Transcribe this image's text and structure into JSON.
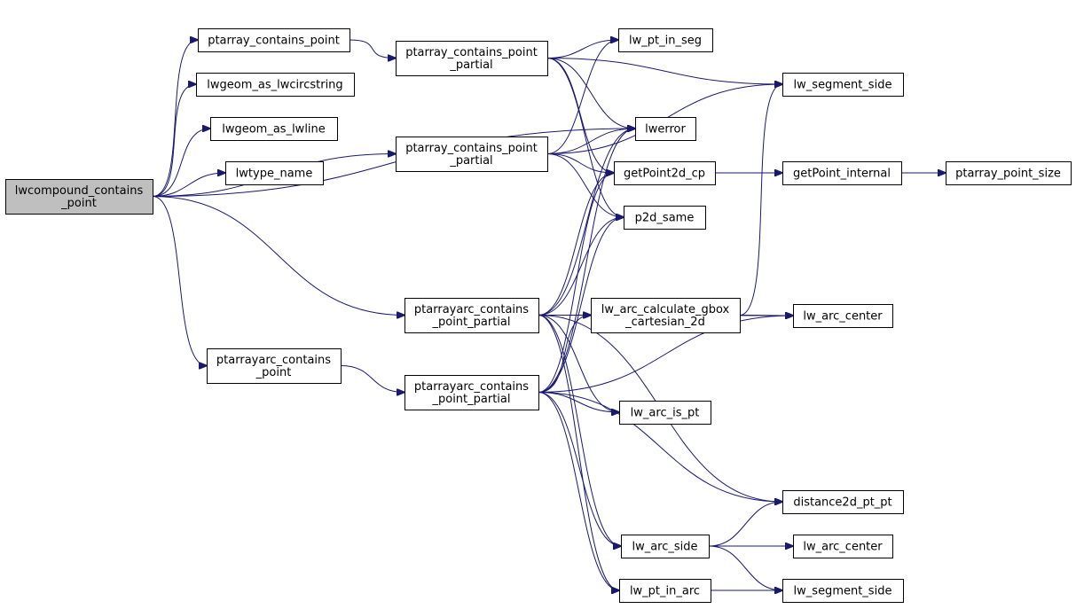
{
  "colors": {
    "edge": "#191970",
    "root_fill": "#bfbfbf",
    "node_fill": "#ffffff",
    "node_border": "#000000"
  },
  "nodes": {
    "n0": {
      "lines": [
        "lwcompound_contains",
        "_point"
      ],
      "root": true
    },
    "n1": {
      "lines": [
        "ptarray_contains_point"
      ]
    },
    "n2": {
      "lines": [
        "lwgeom_as_lwcircstring"
      ]
    },
    "n3": {
      "lines": [
        "lwgeom_as_lwline"
      ]
    },
    "n4": {
      "lines": [
        "lwtype_name"
      ]
    },
    "n5": {
      "lines": [
        "ptarray_contains_point",
        "_partial"
      ]
    },
    "n6": {
      "lines": [
        "ptarray_contains_point",
        "_partial"
      ]
    },
    "n7": {
      "lines": [
        "ptarrayarc_contains",
        "_point_partial"
      ]
    },
    "n8": {
      "lines": [
        "ptarrayarc_contains",
        "_point"
      ]
    },
    "n9": {
      "lines": [
        "ptarrayarc_contains",
        "_point_partial"
      ]
    },
    "n10": {
      "lines": [
        "lw_pt_in_seg"
      ]
    },
    "n11": {
      "lines": [
        "lwerror"
      ]
    },
    "n12": {
      "lines": [
        "getPoint2d_cp"
      ]
    },
    "n13": {
      "lines": [
        "p2d_same"
      ]
    },
    "n14": {
      "lines": [
        "lw_arc_calculate_gbox",
        "_cartesian_2d"
      ]
    },
    "n15": {
      "lines": [
        "lw_arc_is_pt"
      ]
    },
    "n16": {
      "lines": [
        "lw_arc_side"
      ]
    },
    "n17": {
      "lines": [
        "lw_pt_in_arc"
      ]
    },
    "n18": {
      "lines": [
        "lw_segment_side"
      ]
    },
    "n19": {
      "lines": [
        "getPoint_internal"
      ]
    },
    "n20": {
      "lines": [
        "ptarray_point_size"
      ]
    },
    "n21": {
      "lines": [
        "lw_arc_center"
      ]
    },
    "n22": {
      "lines": [
        "distance2d_pt_pt"
      ]
    },
    "n23": {
      "lines": [
        "lw_arc_center"
      ]
    },
    "n24": {
      "lines": [
        "lw_segment_side"
      ]
    }
  },
  "edges": [
    [
      "n0",
      "n1"
    ],
    [
      "n0",
      "n2"
    ],
    [
      "n0",
      "n3"
    ],
    [
      "n0",
      "n4"
    ],
    [
      "n0",
      "n6"
    ],
    [
      "n0",
      "n11"
    ],
    [
      "n0",
      "n7"
    ],
    [
      "n0",
      "n8"
    ],
    [
      "n1",
      "n5"
    ],
    [
      "n5",
      "n10"
    ],
    [
      "n5",
      "n18"
    ],
    [
      "n5",
      "n11"
    ],
    [
      "n5",
      "n12"
    ],
    [
      "n5",
      "n13"
    ],
    [
      "n6",
      "n10"
    ],
    [
      "n6",
      "n18"
    ],
    [
      "n6",
      "n11"
    ],
    [
      "n6",
      "n12"
    ],
    [
      "n6",
      "n13"
    ],
    [
      "n7",
      "n11"
    ],
    [
      "n7",
      "n12"
    ],
    [
      "n7",
      "n13"
    ],
    [
      "n7",
      "n14"
    ],
    [
      "n7",
      "n21"
    ],
    [
      "n7",
      "n15"
    ],
    [
      "n7",
      "n16"
    ],
    [
      "n7",
      "n17"
    ],
    [
      "n7",
      "n22"
    ],
    [
      "n8",
      "n9"
    ],
    [
      "n9",
      "n11"
    ],
    [
      "n9",
      "n12"
    ],
    [
      "n9",
      "n13"
    ],
    [
      "n9",
      "n14"
    ],
    [
      "n9",
      "n15"
    ],
    [
      "n9",
      "n16"
    ],
    [
      "n9",
      "n17"
    ],
    [
      "n9",
      "n22"
    ],
    [
      "n9",
      "n21"
    ],
    [
      "n12",
      "n19"
    ],
    [
      "n19",
      "n20"
    ],
    [
      "n14",
      "n21"
    ],
    [
      "n14",
      "n18"
    ],
    [
      "n16",
      "n22"
    ],
    [
      "n16",
      "n23"
    ],
    [
      "n16",
      "n24"
    ],
    [
      "n17",
      "n24"
    ]
  ]
}
